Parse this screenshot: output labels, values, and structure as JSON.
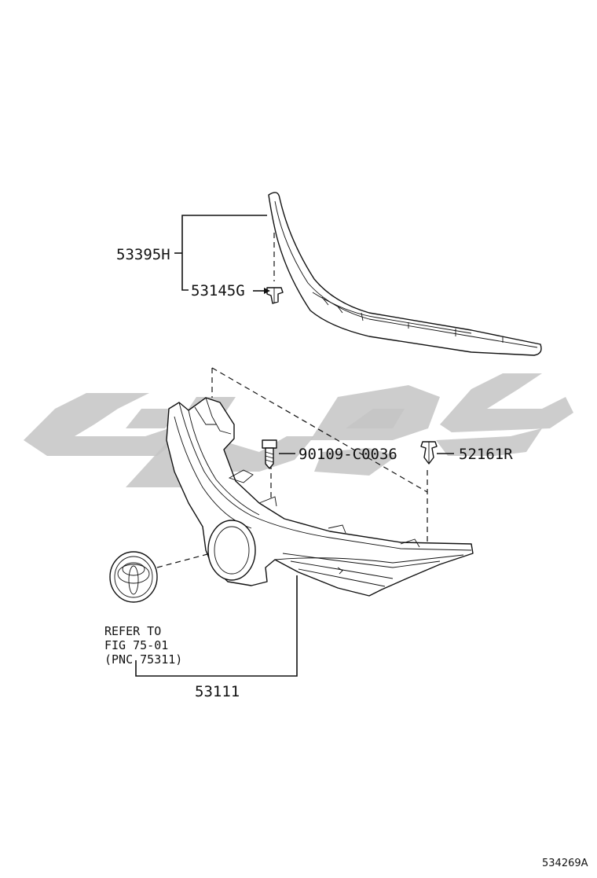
{
  "diagram": {
    "parts": [
      {
        "id": "53395H"
      },
      {
        "id": "53145G"
      },
      {
        "id": "90109-C0036"
      },
      {
        "id": "52161R"
      },
      {
        "id": "53111"
      }
    ],
    "reference_note": {
      "line1": "REFER TO",
      "line2": "FIG 75-01",
      "line3": "(PNC 75311)"
    },
    "figure_code": "534269A"
  }
}
